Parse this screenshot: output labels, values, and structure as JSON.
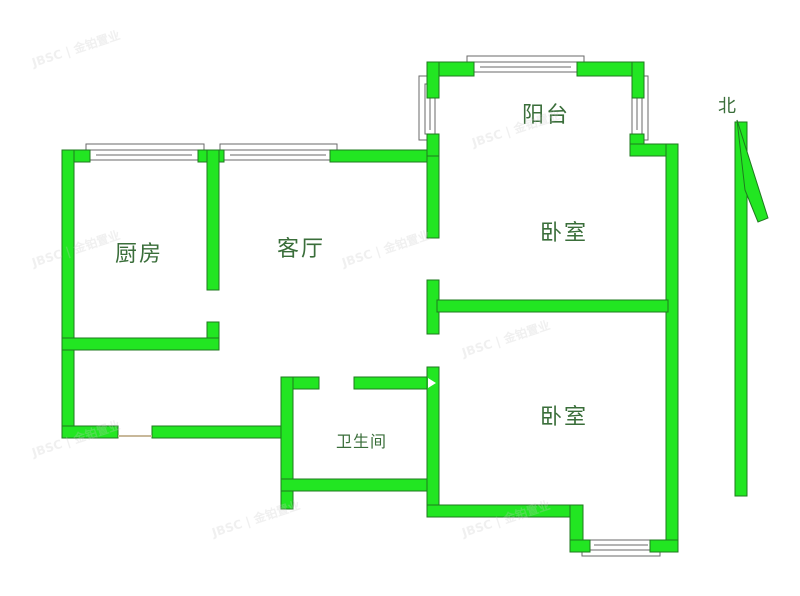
{
  "plan": {
    "rooms": [
      {
        "id": "kitchen",
        "label": "厨房"
      },
      {
        "id": "living-room",
        "label": "客厅"
      },
      {
        "id": "balcony",
        "label": "阳台"
      },
      {
        "id": "bedroom-north",
        "label": "卧室"
      },
      {
        "id": "bedroom-south",
        "label": "卧室"
      },
      {
        "id": "bathroom",
        "label": "卫生间"
      }
    ],
    "compass": {
      "label": "北"
    },
    "watermark": "JBSC | 金铂置业",
    "colors": {
      "wall": "#22e622",
      "wall_edge": "#1f7a1f",
      "label": "#3a6e3a",
      "background": "#ffffff"
    }
  }
}
